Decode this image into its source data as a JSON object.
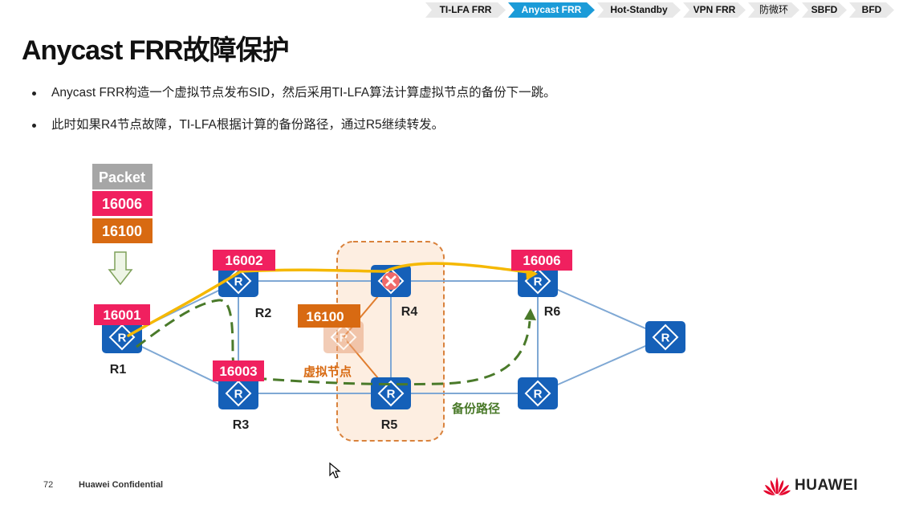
{
  "tabs": [
    {
      "label": "TI-LFA FRR",
      "active": false
    },
    {
      "label": "Anycast FRR",
      "active": true
    },
    {
      "label": "Hot-Standby",
      "active": false
    },
    {
      "label": "VPN FRR",
      "active": false
    },
    {
      "label": "防微环",
      "active": false
    },
    {
      "label": "SBFD",
      "active": false
    },
    {
      "label": "BFD",
      "active": false
    }
  ],
  "title": "Anycast FRR故障保护",
  "bullets": [
    "Anycast FRR构造一个虚拟节点发布SID，然后采用TI-LFA算法计算虚拟节点的备份下一跳。",
    "此时如果R4节点故障，TI-LFA根据计算的备份路径，通过R5继续转发。"
  ],
  "packet": {
    "header": "Packet",
    "labels": [
      "16006",
      "16100"
    ]
  },
  "nodes": {
    "r1": {
      "name": "R1",
      "sid": "16001"
    },
    "r2": {
      "name": "R2",
      "sid": "16002"
    },
    "r3": {
      "name": "R3",
      "sid": "16003"
    },
    "r4": {
      "name": "R4",
      "failed": true
    },
    "r5": {
      "name": "R5"
    },
    "r6": {
      "name": "R6",
      "sid": "16006"
    },
    "virtual": {
      "sid": "16100",
      "label": "虚拟节点"
    }
  },
  "backup_path_label": "备份路径",
  "colors": {
    "router_blue": "#1560b8",
    "sid_pink": "#f0205f",
    "sid_orange": "#d86a12",
    "primary_path": "#f5b800",
    "backup_path": "#4a7a2a",
    "link": "#7fa8d4",
    "tab_active": "#1b9bd8",
    "failure": "#f06a6a"
  },
  "footer": {
    "page": "72",
    "confidential": "Huawei Confidential",
    "logo": "HUAWEI"
  }
}
